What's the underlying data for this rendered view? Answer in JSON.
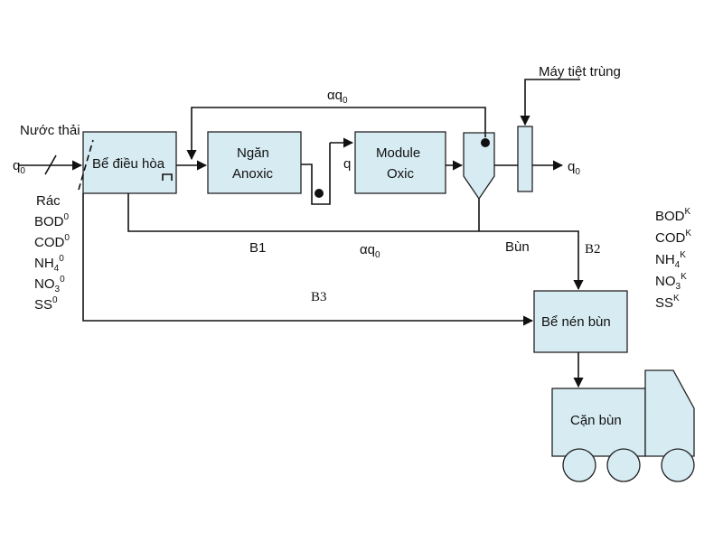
{
  "colors": {
    "box_fill": "#d7ebf2",
    "stroke": "#111111"
  },
  "flow": {
    "wastewater": "Nước thải",
    "q0_in": "q",
    "q0_out": "q",
    "q0_sub": "0",
    "recycle_alpha": "αq",
    "recycle_sub": "0",
    "q_mid": "q",
    "b1": "B1",
    "b2": "B2",
    "b3": "B3",
    "alpha_q0_bottom": "αq",
    "sludge": "Bùn",
    "disinfector": "Máy tiệt trùng"
  },
  "boxes": {
    "equalization": "Bể điều hòa",
    "anoxic_line1": "Ngăn",
    "anoxic_line2": "Anoxic",
    "oxic_line1": "Module",
    "oxic_line2": "Oxic",
    "thickener": "Bể nén bùn",
    "residue": "Cặn bùn"
  },
  "input_params": {
    "trash": "Rác",
    "items": [
      {
        "name": "BOD",
        "sub": "",
        "sup": "0"
      },
      {
        "name": "COD",
        "sub": "",
        "sup": "0"
      },
      {
        "name": "NH",
        "sub": "4",
        "sup": "0"
      },
      {
        "name": "NO",
        "sub": "3",
        "sup": "0"
      },
      {
        "name": "SS",
        "sub": "",
        "sup": "0"
      }
    ]
  },
  "output_params": {
    "items": [
      {
        "name": "BOD",
        "sub": "",
        "sup": "K"
      },
      {
        "name": "COD",
        "sub": "",
        "sup": "K"
      },
      {
        "name": "NH",
        "sub": "4",
        "sup": "K"
      },
      {
        "name": "NO",
        "sub": "3",
        "sup": "K"
      },
      {
        "name": "SS",
        "sub": "",
        "sup": "K"
      }
    ]
  }
}
